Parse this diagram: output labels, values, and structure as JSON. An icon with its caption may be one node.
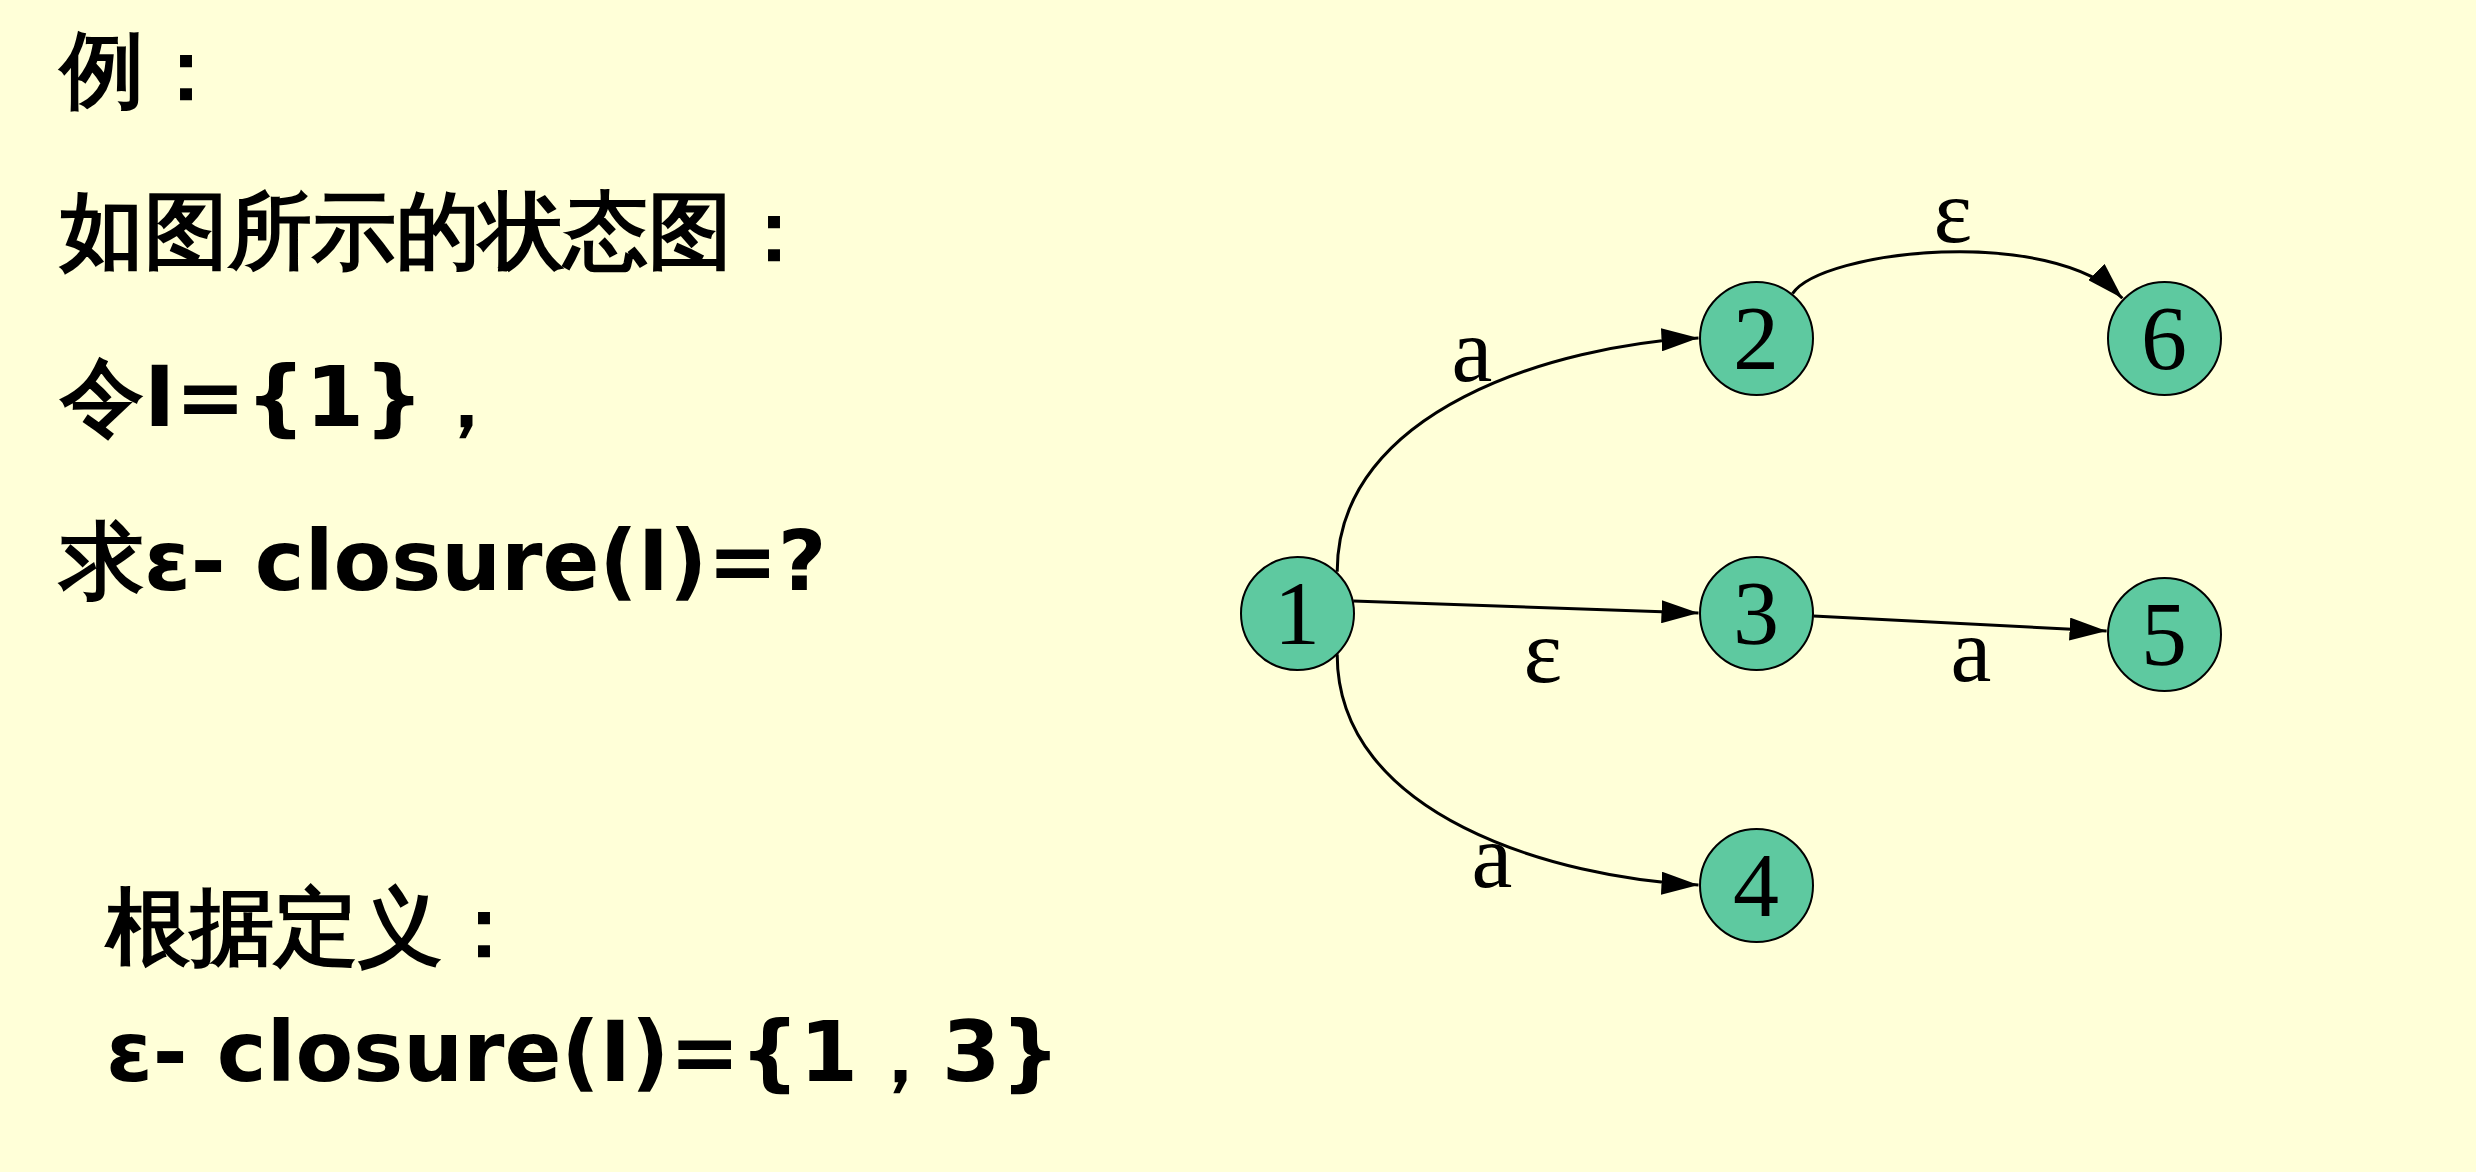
{
  "diagram": {
    "nodes": [
      {
        "text": [
          "1"
        ]
      },
      {
        "text": [
          "2"
        ]
      },
      {
        "text": [
          "3"
        ]
      },
      {
        "text": [
          "4"
        ]
      },
      {
        "text": [
          "5"
        ]
      },
      {
        "text": [
          "6"
        ]
      }
    ],
    "edges": [
      {
        "from": 0,
        "to": 1,
        "arrow": "to",
        "label": "a"
      },
      {
        "from": 0,
        "to": 2,
        "arrow": "to",
        "label": "ε"
      },
      {
        "from": 0,
        "to": 3,
        "arrow": "to",
        "label": "a"
      },
      {
        "from": 1,
        "to": 5,
        "arrow": "to",
        "label": "ε"
      },
      {
        "from": 2,
        "to": 4,
        "arrow": "to",
        "label": "a"
      }
    ],
    "labels": [
      "例：",
      "如图所示的状态图：",
      "令I={1}，",
      "求ε- closure(I)=?",
      "根据定义：",
      "ε- closure(I)={1，3}"
    ]
  }
}
